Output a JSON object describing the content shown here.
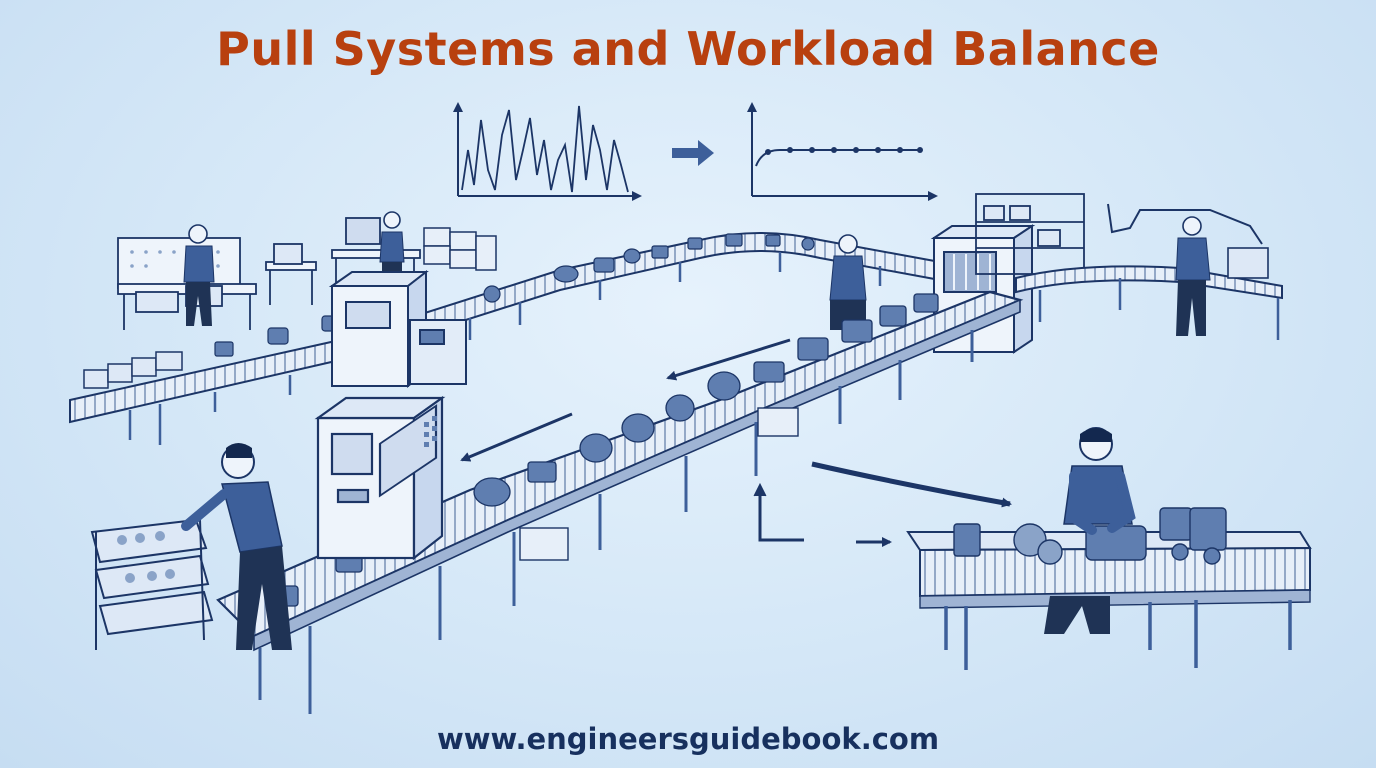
{
  "title": "Pull Systems and Workload Balance",
  "footer_url": "www.engineersguidebook.com",
  "colors": {
    "title": "#b8400f",
    "footer": "#17305e",
    "ink": "#1c3566",
    "machine_fill": "#eef4fb",
    "worker_shirt": "#3d5f9a",
    "worker_pants": "#1f3355",
    "accent_dark": "#13284f"
  },
  "icons": [
    "unbalanced-workload-graph",
    "transition-arrow",
    "balanced-workload-graph",
    "flow-arrow",
    "worker",
    "conveyor",
    "machine",
    "parts-bin"
  ]
}
